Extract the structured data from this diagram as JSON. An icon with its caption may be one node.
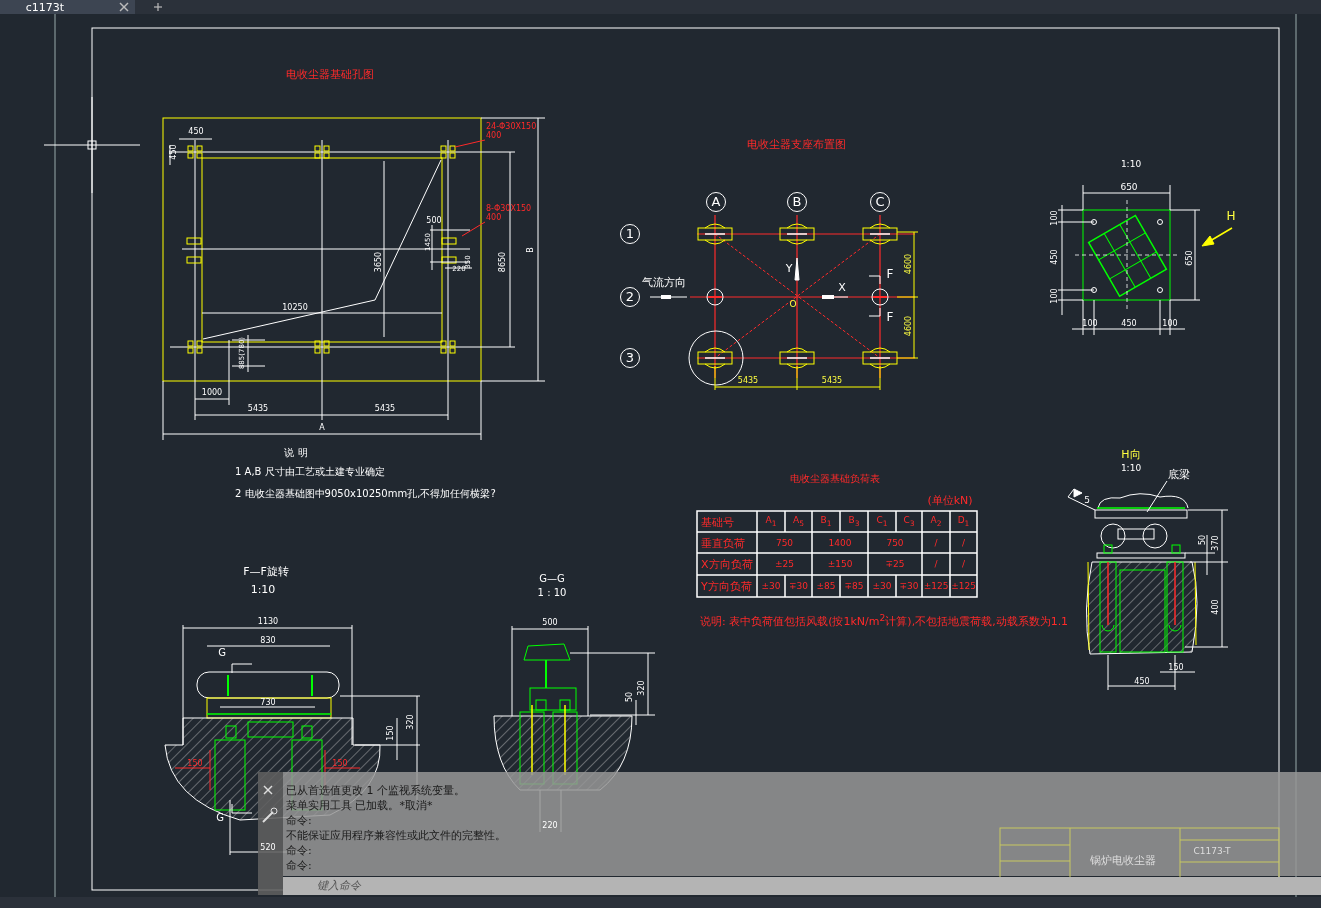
{
  "diagram": {
    "nodes": [
      {
        "text": [
          "24-Φ30X150",
          "400"
        ]
      },
      {
        "text": [
          "8-Φ30X150",
          "400"
        ]
      },
      {
        "text": [
          "A"
        ]
      },
      {
        "text": [
          "B"
        ]
      },
      {
        "text": [
          "C"
        ]
      },
      {
        "text": [
          "1"
        ]
      },
      {
        "text": [
          "2"
        ]
      },
      {
        "text": [
          "3"
        ]
      },
      {
        "text": [
          "底梁"
        ]
      }
    ],
    "edges": [
      {
        "from": 0,
        "to": null,
        "arrow": "none"
      },
      {
        "from": 1,
        "to": null,
        "arrow": "none"
      },
      {
        "from": 8,
        "to": null,
        "arrow": "none",
        "color": "#ffffff"
      }
    ],
    "labels": [
      "c1173t",
      "电收尘器基础孔图",
      "450",
      "450",
      "500",
      "1450",
      "350",
      "220",
      "3650",
      "8650",
      "B",
      "10250",
      "885(780)",
      "1000",
      "5435",
      "5435",
      "A",
      "说 明",
      "1 A,B 尺寸由工艺或土建专业确定",
      "2 电收尘器基础图中9050x10250mm孔,不得加任何横梁?",
      "电收尘器支座布置图",
      "气流方向",
      "Y",
      "X",
      "O",
      "F",
      "F",
      "4600",
      "4600",
      "5435",
      "5435",
      "电收尘器基础负荷表",
      "(单位kN)",
      "基础号",
      "A$_{1}$",
      "A$_{5}$",
      "B$_{1}$",
      "B$_{3}$",
      "C$_{1}$",
      "C$_{3}$",
      "A$_{2}$",
      "D$_{1}$",
      "垂直负荷",
      "750",
      "1400",
      "750",
      "/",
      "/",
      "X方向负荷",
      "±25",
      "±150",
      "∓25",
      "/",
      "/",
      "Y方向负荷",
      "±30",
      "∓30",
      "±85",
      "∓85",
      "±30",
      "∓30",
      "±125",
      "±125",
      "说明: 表中负荷值包括风载(按1kN/m$^{2}$计算),不包括地震荷载,动载系数为1.1",
      "1:10",
      "650",
      "100",
      "450",
      "100",
      "650",
      "100",
      "450",
      "100",
      "H",
      "H向",
      "1:10",
      "5",
      "50",
      "370",
      "400",
      "150",
      "450",
      "F—F旋转",
      "1:10",
      "1130",
      "830",
      "G",
      "730",
      "320",
      "150",
      "150",
      "150",
      "G",
      "520",
      "G—G",
      "1 : 10",
      "500",
      "50",
      "320",
      "220",
      "已从首选值更改 1 个监视系统变量。",
      "菜单实用工具 已加载。*取消*",
      "命令:",
      "不能保证应用程序兼容性或此文件的完整性。",
      "命令:",
      "命令:",
      "键入命令",
      "锅炉电收尘器",
      "C1173-T"
    ]
  }
}
